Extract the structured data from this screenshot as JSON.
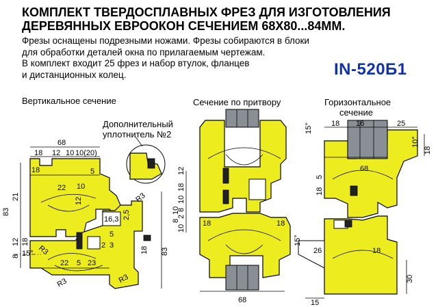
{
  "title": {
    "line1": "КОМПЛЕКТ ТВЕРДОСПЛАВНЫХ ФРЕЗ ДЛЯ ИЗГОТОВЛЕНИЯ",
    "line2": "ДЕРЕВЯННЫХ ЕВРООКОН СЕЧЕНИЕМ 68Х80...84ММ."
  },
  "description": {
    "line1": "Фрезы оснащены подрезными ножами. Фрезы собираются в блоки",
    "line2": "для обработки деталей окна по прилагаемым чертежам.",
    "line3": "В комплект входит 25 фрез и набор втулок, фланцев",
    "line4": "и дистанционных колец."
  },
  "product_code": "IN-520Б1",
  "sections": {
    "vertical": "Вертикальное сечение",
    "sash": "Сечение по притвору",
    "horizontal_line1": "Горизонтальное",
    "horizontal_line2": "сечение"
  },
  "callout": {
    "line1": "Дополнительный",
    "line2": "уплотнитель №2"
  },
  "colors": {
    "wood": "#ecec1e",
    "glass": "#8a8f96",
    "code": "#1233a8"
  },
  "dims_vertical": {
    "d68": "68",
    "d18a": "18",
    "d12": "12",
    "d10": "10",
    "d10_20": "10(20)",
    "d5a": "5",
    "d18b": "18",
    "d22a": "22",
    "d10b": "10",
    "d12b": "12",
    "d83a": "83",
    "d21": "21",
    "d12c": "12",
    "d8": "8",
    "d18c": "18",
    "d16_3": "16,3",
    "d2_5": "2,5",
    "d5b": "5",
    "d2": "2",
    "d3": "3",
    "d22b": "22",
    "d5c": "5",
    "d23": "23",
    "d18d": "18",
    "d83b": "83",
    "a15": "15°",
    "r3a": "R3",
    "r3b": "R3",
    "r3c": "R3",
    "r3d": "R3"
  },
  "dims_sash": {
    "d12": "12",
    "d18a": "18",
    "d10": "10",
    "d8": "8",
    "d2": "2",
    "d10b": "10",
    "d8b": "8",
    "d10c": "10",
    "d18b": "18",
    "d18c": "18",
    "d68": "68"
  },
  "dims_horizontal": {
    "a15": "15°",
    "d18a": "18",
    "d16": "16",
    "d25": "25",
    "a10": "10°",
    "d18b": "18",
    "d68": "68",
    "d5": "5",
    "d18c": "18",
    "a15b": "15°",
    "d26": "26",
    "d18d": "18",
    "d30": "30",
    "d15": "15"
  }
}
